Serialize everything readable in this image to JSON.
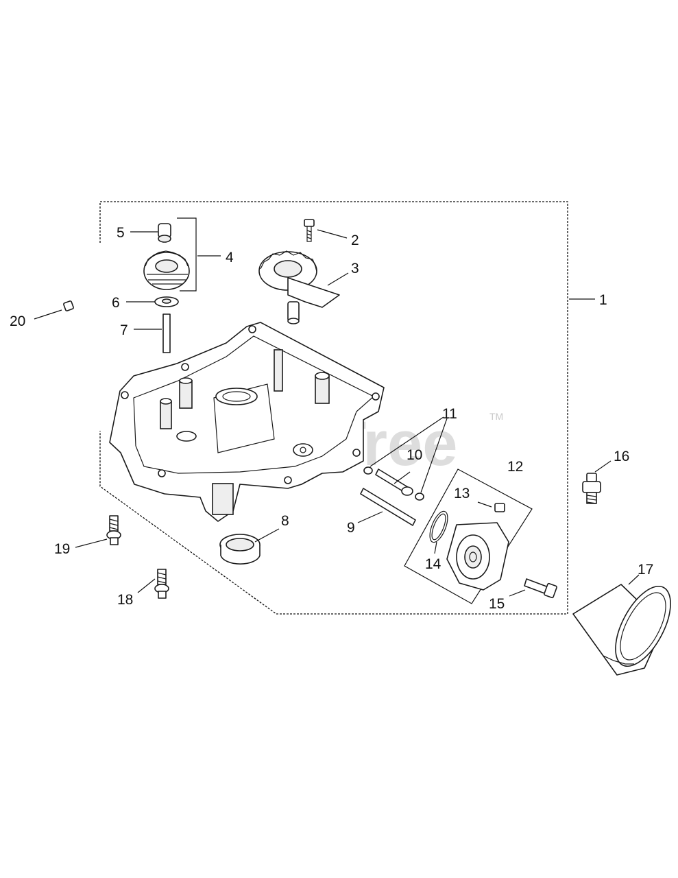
{
  "watermark": {
    "text": "PartsTree",
    "trademark": "TM"
  },
  "callouts": [
    {
      "id": "1",
      "label": "1"
    },
    {
      "id": "2",
      "label": "2"
    },
    {
      "id": "3",
      "label": "3"
    },
    {
      "id": "4",
      "label": "4"
    },
    {
      "id": "5",
      "label": "5"
    },
    {
      "id": "6",
      "label": "6"
    },
    {
      "id": "7",
      "label": "7"
    },
    {
      "id": "8",
      "label": "8"
    },
    {
      "id": "9",
      "label": "9"
    },
    {
      "id": "10",
      "label": "10"
    },
    {
      "id": "11",
      "label": "11"
    },
    {
      "id": "12",
      "label": "12"
    },
    {
      "id": "13",
      "label": "13"
    },
    {
      "id": "14",
      "label": "14"
    },
    {
      "id": "15",
      "label": "15"
    },
    {
      "id": "16",
      "label": "16"
    },
    {
      "id": "17",
      "label": "17"
    },
    {
      "id": "18",
      "label": "18"
    },
    {
      "id": "19",
      "label": "19"
    },
    {
      "id": "20",
      "label": "20"
    }
  ]
}
